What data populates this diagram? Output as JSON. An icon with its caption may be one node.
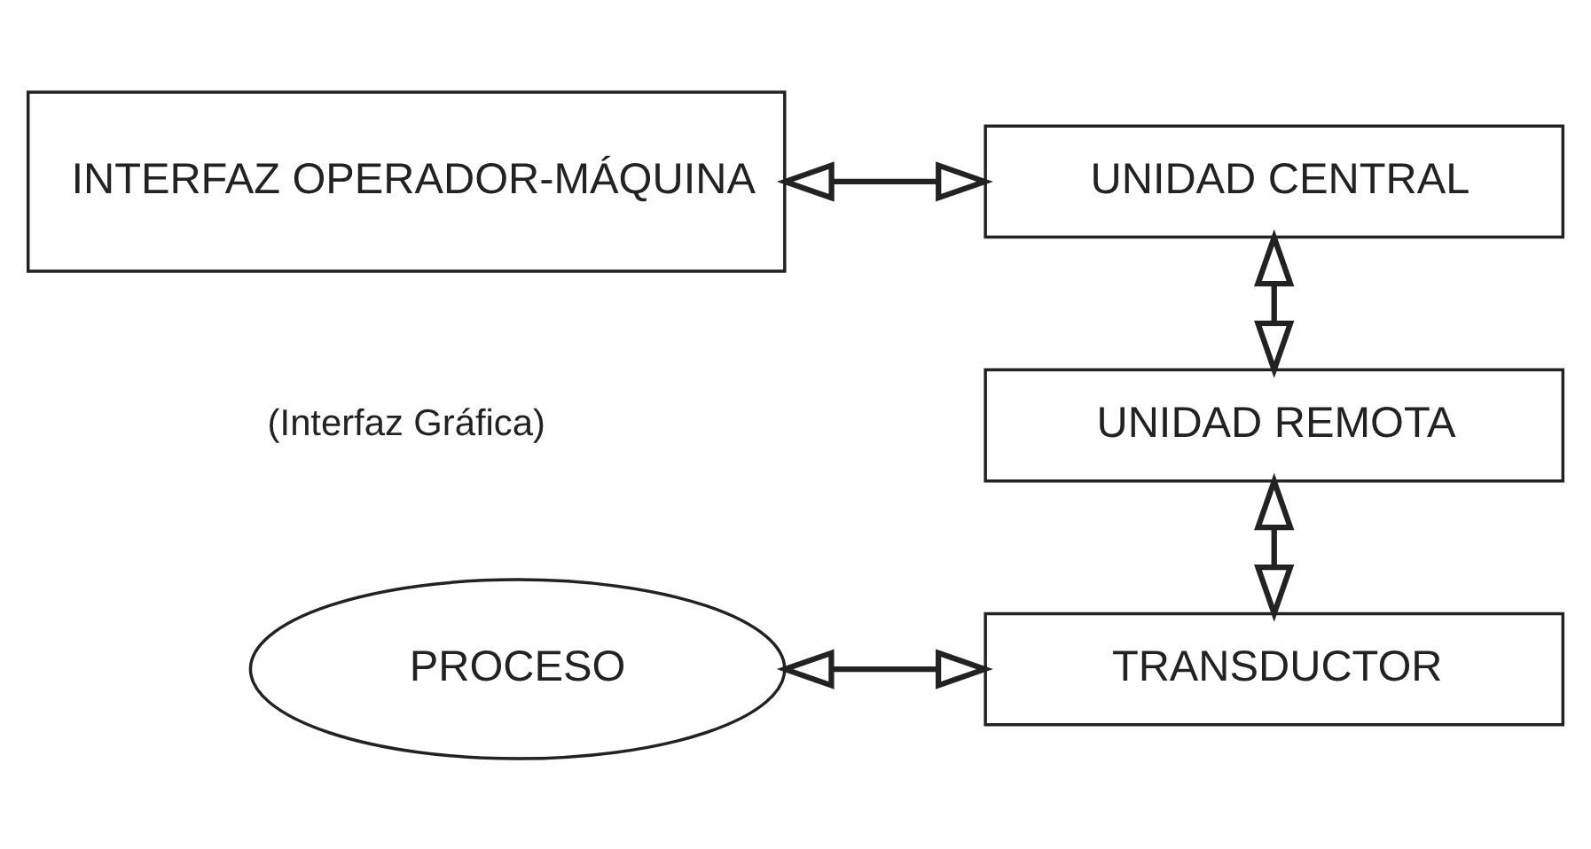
{
  "diagram": {
    "nodes": [
      {
        "text": [
          "INTERFAZ OPERADOR-MÁQUINA"
        ],
        "beside": [
          "(Interfaz Gráfica)"
        ]
      },
      {
        "text": [
          "UNIDAD CENTRAL"
        ]
      },
      {
        "text": [
          "UNIDAD REMOTA"
        ]
      },
      {
        "text": [
          "PROCESO"
        ]
      },
      {
        "text": [
          "TRANSDUCTOR"
        ]
      }
    ],
    "edges": [
      {
        "from": 0,
        "to": 1,
        "arrow": "both"
      },
      {
        "from": 1,
        "to": 2,
        "arrow": "both"
      },
      {
        "from": 2,
        "to": 4,
        "arrow": "both"
      },
      {
        "from": 3,
        "to": 4,
        "arrow": "both"
      }
    ]
  }
}
